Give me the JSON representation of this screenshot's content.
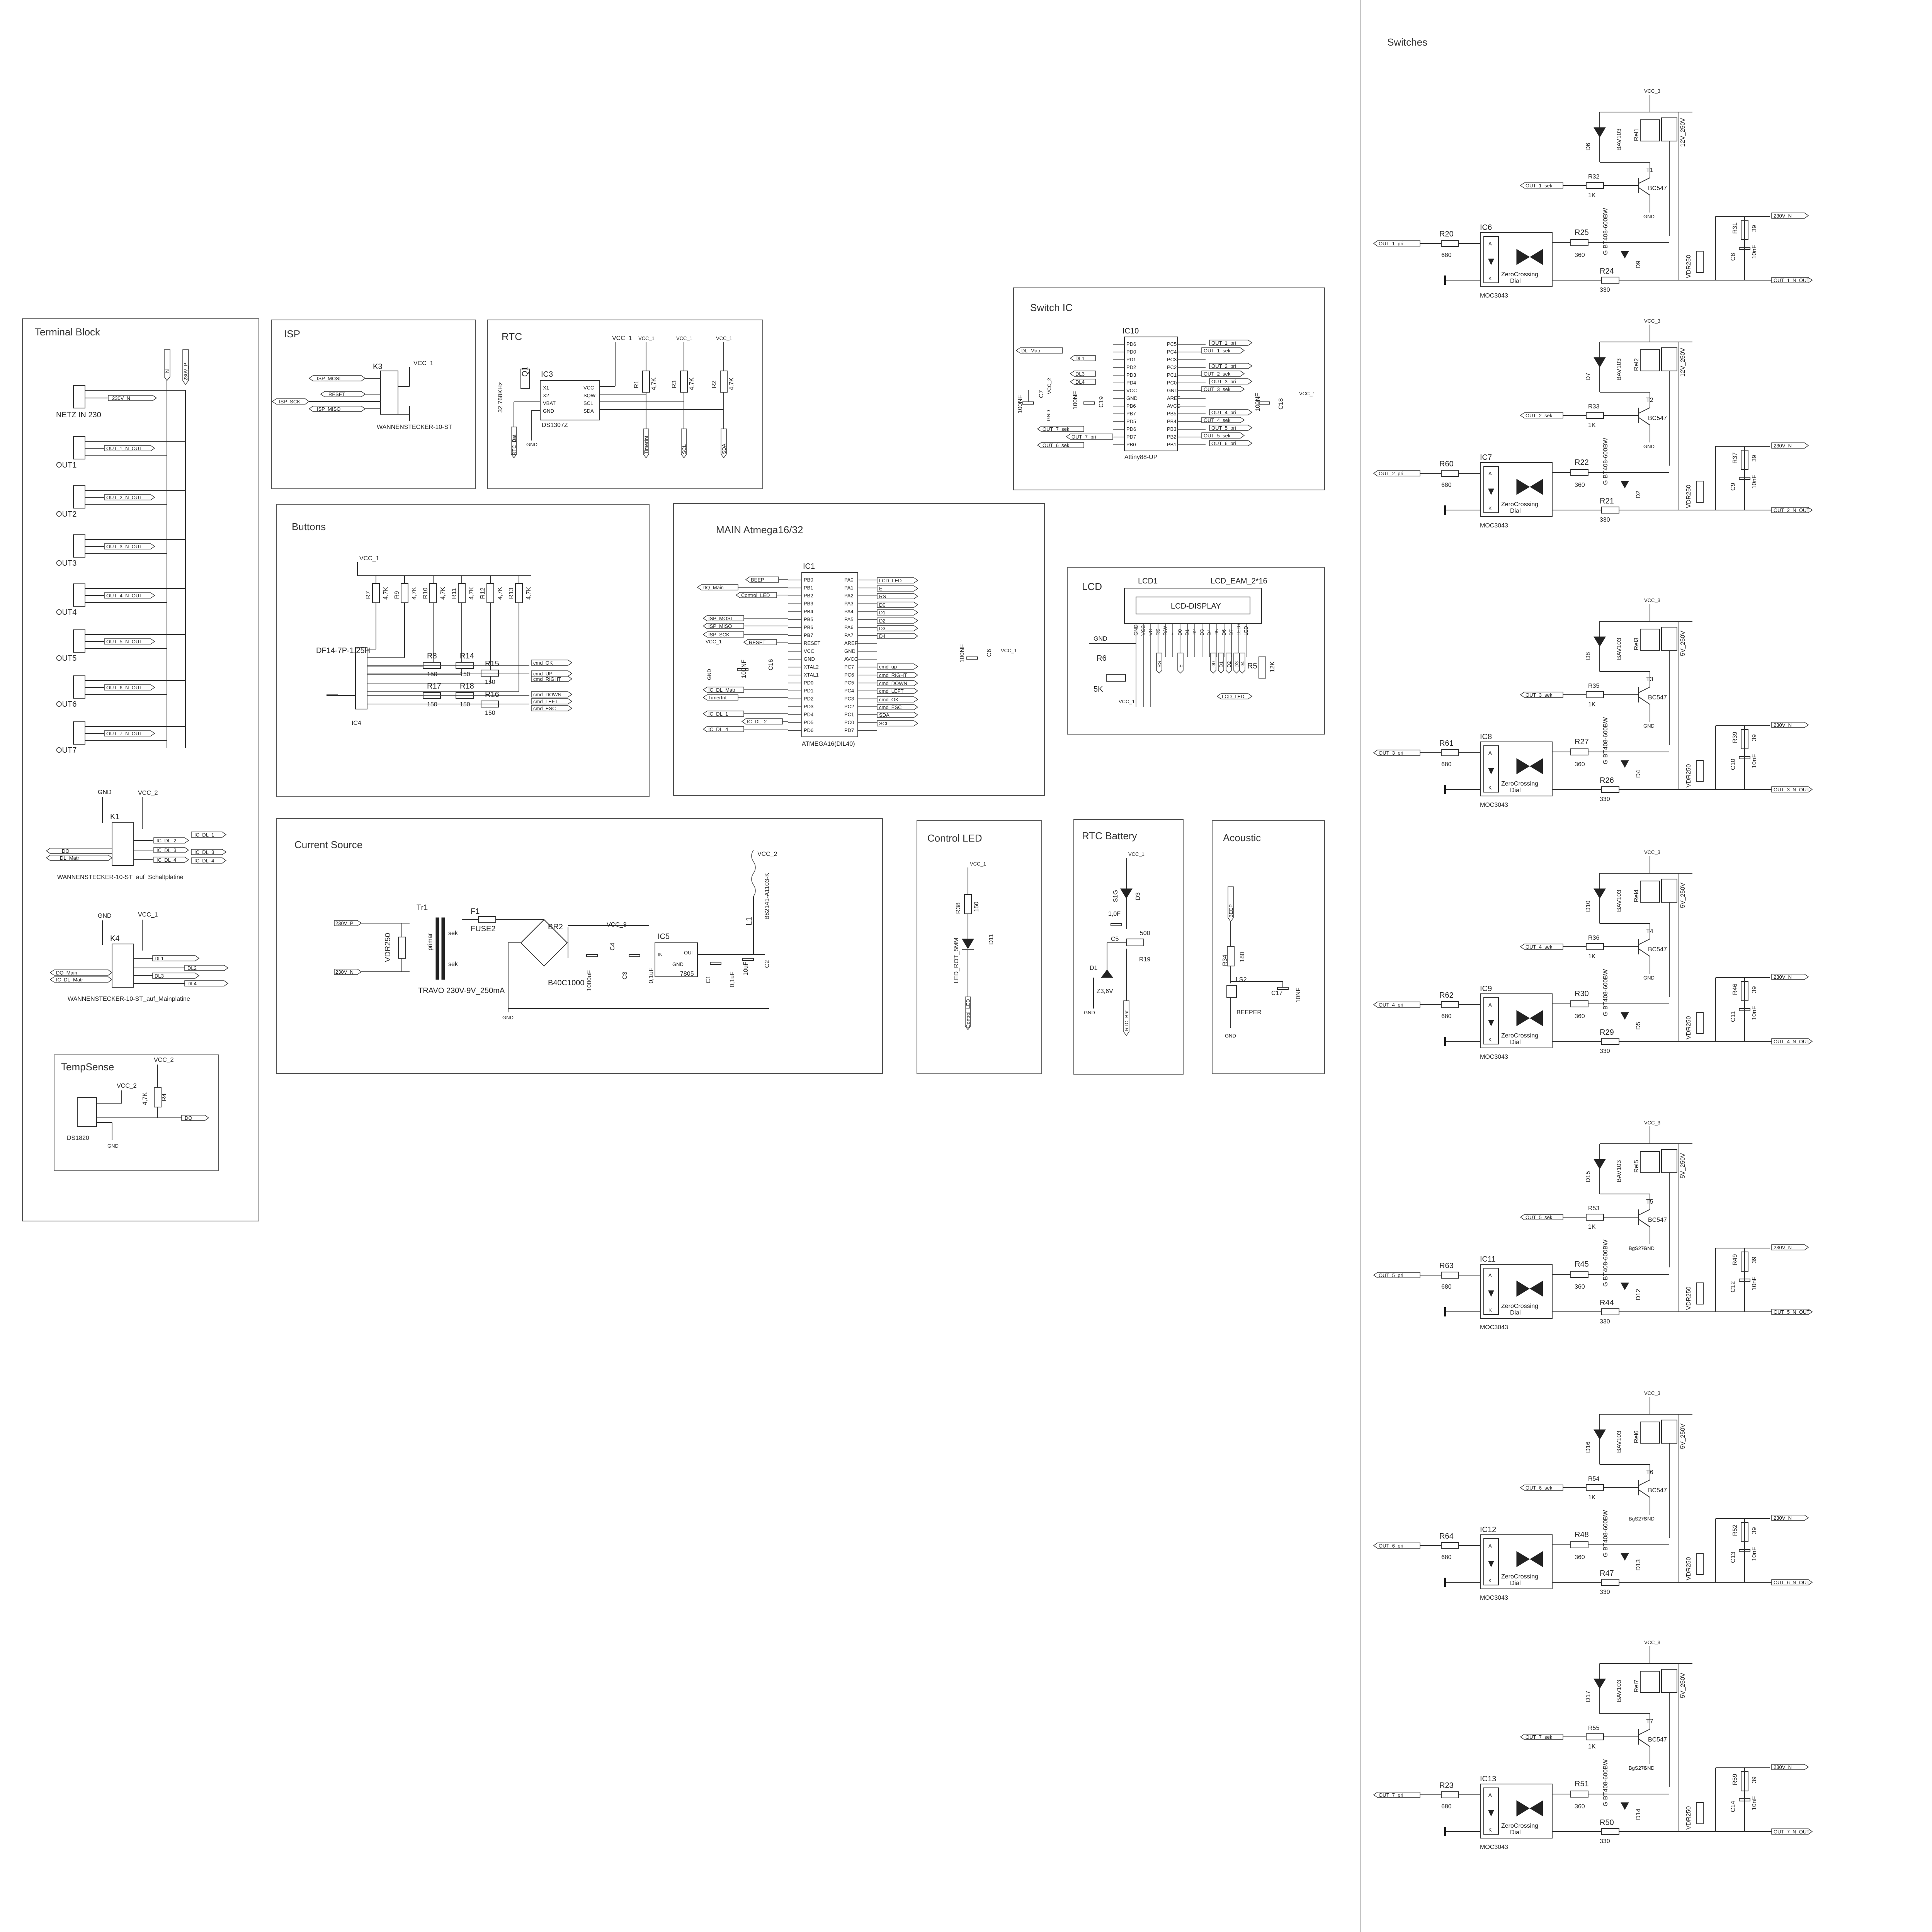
{
  "sections": {
    "terminal": "Terminal Block",
    "isp": "ISP",
    "rtc": "RTC",
    "switch_ic": "Switch IC",
    "buttons": "Buttons",
    "main": "MAIN Atmega16/32",
    "lcd": "LCD",
    "current": "Current Source",
    "control_led": "Control LED",
    "rtc_battery": "RTC Battery",
    "acoustic": "Acoustic",
    "tempsense": "TempSense",
    "switches": "Switches"
  },
  "terminal": {
    "netz": "NETZ IN 230",
    "net_n": "230V_N",
    "net_in": "230V_P",
    "net_n2": "N",
    "outs": [
      "OUT1",
      "OUT2",
      "OUT3",
      "OUT4",
      "OUT5",
      "OUT6",
      "OUT7"
    ],
    "out_nets": [
      "OUT_1_N_OUT",
      "OUT_2_N_OUT",
      "OUT_3_N_OUT",
      "OUT_4_N_OUT",
      "OUT_5_N_OUT",
      "OUT_6_N_OUT",
      "OUT_7_N_OUT"
    ],
    "k1": "K1",
    "k1_label": "WANNENSTECKER-10-ST_auf_Schaltplatine",
    "k1_nets_left": [
      "DQ",
      "DL_Matr"
    ],
    "k1_nets_right": [
      "IC_DL_2",
      "IC_DL_3",
      "IC_DL_4"
    ],
    "k1_nets_far": [
      "IC_DL_1",
      "IC_DL_3",
      "IC_DL_4"
    ],
    "k4": "K4",
    "k4_label": "WANNENSTECKER-10-ST_auf_Mainplatine",
    "k4_nets_left": [
      "DQ_Main",
      "IC_DL_Matr"
    ],
    "k4_nets_right": [
      "DL1",
      "DL2",
      "DL3",
      "DL4"
    ],
    "gnd": "GND",
    "vcc2": "VCC_2",
    "vcc1": "VCC_1"
  },
  "isp": {
    "k3": "K3",
    "vcc": "VCC_1",
    "nets": [
      "ISP_MOSI",
      "RESET",
      "ISP_MISO"
    ],
    "sck": "ISP_SCK",
    "part": "WANNENSTECKER-10-ST"
  },
  "rtc": {
    "ic": "IC3",
    "part": "DS1307Z",
    "crystal": "Q1",
    "freq": "32.768KHz",
    "pins_left": [
      "X1",
      "X2",
      "VBAT",
      "GND"
    ],
    "pins_right": [
      "VCC",
      "SQW",
      "SCL",
      "SDA"
    ],
    "resistors": [
      {
        "ref": "R1",
        "val": "4,7K"
      },
      {
        "ref": "R3",
        "val": "4,7K"
      },
      {
        "ref": "R2",
        "val": "4,7K"
      }
    ],
    "vcc": "VCC_1",
    "nets": [
      "TimerInt",
      "SCL",
      "SDA"
    ],
    "bat": "RTC_Bat",
    "gnd": "GND"
  },
  "switch_ic": {
    "ic": "IC10",
    "part": "Attiny88-UP",
    "left_pins": [
      "PD6",
      "PD0",
      "PD1",
      "PD2",
      "PD3",
      "PD4",
      "VCC",
      "GND",
      "PB6",
      "PB7",
      "PD5",
      "PD6",
      "PD7",
      "PB0"
    ],
    "right_pins": [
      "PC5",
      "PC4",
      "PC3",
      "PC2",
      "PC1",
      "PC0",
      "GND",
      "AREF",
      "AVCC",
      "PB5",
      "PB4",
      "PB3",
      "PB2",
      "PB1"
    ],
    "left_nets": [
      "DL_Matr",
      "DL1",
      "DL3",
      "DL4"
    ],
    "left_nets2": [
      "OUT_7_sek",
      "OUT_7_pri",
      "OUT_6_sek"
    ],
    "right_nets": [
      "OUT_1_pri",
      "OUT_1_sek",
      "OUT_2_pri",
      "OUT_2_sek",
      "OUT_3_pri",
      "OUT_3_sek",
      "OUT_4_pri",
      "OUT_4_sek",
      "OUT_5_pri",
      "OUT_5_sek",
      "OUT_6_pri"
    ],
    "caps": [
      {
        "ref": "C7",
        "val": "100NF"
      },
      {
        "ref": "C19",
        "val": "100NF"
      },
      {
        "ref": "C18",
        "val": "100NF"
      }
    ],
    "vcc": "VCC_2",
    "vcc1": "VCC_1",
    "gnd": "GND"
  },
  "buttons": {
    "vcc": "VCC_1",
    "connector": "DF14-7P-1.25H",
    "ic": "IC4",
    "pullups": [
      {
        "ref": "R7",
        "val": "4,7K"
      },
      {
        "ref": "R9",
        "val": "4,7K"
      },
      {
        "ref": "R10",
        "val": "4,7K"
      },
      {
        "ref": "R11",
        "val": "4,7K"
      },
      {
        "ref": "R12",
        "val": "4,7K"
      },
      {
        "ref": "R13",
        "val": "4,7K"
      }
    ],
    "series": [
      {
        "ref": "R8",
        "val": "150"
      },
      {
        "ref": "R14",
        "val": "150"
      },
      {
        "ref": "R15",
        "val": "150"
      },
      {
        "ref": "R17",
        "val": "150"
      },
      {
        "ref": "R18",
        "val": "150"
      },
      {
        "ref": "R16",
        "val": "150"
      }
    ],
    "nets": [
      "cmd_OK",
      "cmd_UP",
      "cmd_RIGHT",
      "cmd_DOWN",
      "cmd_LEFT",
      "cmd_ESC"
    ]
  },
  "main": {
    "ic": "IC1",
    "part": "ATMEGA16(DIL40)",
    "left_pins": [
      "PB0",
      "PB1",
      "PB2",
      "PB3",
      "PB4",
      "PB5",
      "PB6",
      "PB7",
      "RESET",
      "VCC",
      "GND",
      "XTAL2",
      "XTAL1",
      "PD0",
      "PD1",
      "PD2",
      "PD3",
      "PD4",
      "PD5",
      "PD6"
    ],
    "right_pins": [
      "PA0",
      "PA1",
      "PA2",
      "PA3",
      "PA4",
      "PA5",
      "PA6",
      "PA7",
      "AREF",
      "GND",
      "AVCC",
      "PC7",
      "PC6",
      "PC5",
      "PC4",
      "PC3",
      "PC2",
      "PC1",
      "PC0",
      "PD7"
    ],
    "left_nets": [
      "BEEP",
      "DQ_Main",
      "Control_LED",
      "ISP_MOSI",
      "ISP_MISO",
      "ISP_SCK",
      "RESET",
      "IC_DL_Matr",
      "TimerInt",
      "IC_DL_1",
      "IC_DL_2",
      "IC_DL_4"
    ],
    "right_nets": [
      "LCD_LED",
      "E",
      "RS",
      "D0",
      "D1",
      "D2",
      "D3",
      "D4",
      "cmd_up",
      "cmd_RIGHT",
      "cmd_DOWN",
      "cmd_LEFT",
      "cmd_OK",
      "cmd_ESC",
      "SDA",
      "SCL"
    ],
    "caps": [
      {
        "ref": "C16",
        "val": "100NF"
      },
      {
        "ref": "C6",
        "val": "100NF"
      }
    ],
    "vcc": "VCC_1",
    "gnd": "GND"
  },
  "lcd": {
    "ref": "LCD1",
    "part": "LCD_EAM_2*16",
    "display": "LCD-DISPLAY",
    "pins": [
      "GND",
      "VCC",
      "VO",
      "RS",
      "R/W",
      "E",
      "D0",
      "D1",
      "D2",
      "D3",
      "D4",
      "D5",
      "D6",
      "D7",
      "LED+",
      "LED-"
    ],
    "pot": {
      "ref": "R6",
      "val": "5K"
    },
    "res": {
      "ref": "R5",
      "val": "12K"
    },
    "nets": [
      "RS",
      "E",
      "D0",
      "D1",
      "D2",
      "D3",
      "D4"
    ],
    "led_net": "LCD_LED",
    "gnd": "GND",
    "vcc": "VCC_1"
  },
  "current": {
    "in_p": "230V_P",
    "in_n": "230V_N",
    "vdr": "VDR250",
    "tr": "Tr1",
    "tr_pri": "primär",
    "tr_sek": [
      "sek",
      "sek"
    ],
    "tr_part": "TRAVO 230V-9V_250mA",
    "fuse_ref": "F1",
    "fuse": "FUSE2",
    "bridge": "BR2",
    "bridge_part": "B40C1000",
    "c_bulk": {
      "ref": "C4",
      "val": "1000uF"
    },
    "c3": {
      "ref": "C3",
      "val": "0,1uF"
    },
    "reg": {
      "ref": "IC5",
      "part": "7805",
      "pins": [
        "IN",
        "GND",
        "OUT"
      ]
    },
    "c1": {
      "ref": "C1",
      "val": "0,1uF"
    },
    "c2": {
      "ref": "C2",
      "val": "10uF"
    },
    "l1": {
      "ref": "L1",
      "val": "B82141-A1103-K"
    },
    "vcc2": "VCC_2",
    "vcc3": "VCC_3",
    "gnd": "GND"
  },
  "control_led": {
    "vcc": "VCC_1",
    "r": {
      "ref": "R38",
      "val": "150"
    },
    "led": {
      "ref": "D11",
      "val": "LED_ROT_5MM"
    },
    "net": "Control_LED"
  },
  "rtc_battery": {
    "vcc": "VCC_1",
    "diode": "D3",
    "diode2": "S1G",
    "c5": {
      "ref": "C5",
      "val": "1,0F"
    },
    "r19": {
      "ref": "R19",
      "val": "500"
    },
    "d1": {
      "ref": "D1",
      "val": "Z3,6V"
    },
    "gnd": "GND",
    "net": "RTC_Bat"
  },
  "acoustic": {
    "net": "BEEP",
    "r": {
      "ref": "R34",
      "val": "180"
    },
    "ls": {
      "ref": "LS2",
      "val": "BEEPER"
    },
    "c": {
      "ref": "C17",
      "val": "10NF"
    },
    "gnd": "GND"
  },
  "tempsense": {
    "vcc": "VCC_2",
    "vcc2": "VCC_2",
    "r": {
      "ref": "R4",
      "val": "4,7K"
    },
    "part": "DS1820",
    "net": "DQ",
    "gnd": "GND"
  },
  "switches": {
    "opto": "MOC3043",
    "zc": "ZeroCrossing",
    "zc2": "Dial",
    "triac": "BT408-600BW",
    "vdr": "VDR250",
    "relay_diode": "BAV103",
    "transistor": "BC547",
    "vcc": "VCC_3",
    "gnd": "GND",
    "net_n": "230V_N",
    "resistor_vals": {
      "opto_in": "680",
      "gate": "360",
      "rg": "330",
      "base": "1K",
      "snub": "39",
      "cap": "10nF"
    },
    "extra_part": "BgS278",
    "channels": [
      {
        "out": "1",
        "relay": "Rel1",
        "relay_val": "12V_250V",
        "diode": "D6",
        "t": "T1",
        "rb": "R32",
        "ic": "IC6",
        "rin": "R20",
        "rgate": "R25",
        "rg": "R24",
        "dtriac": "D9",
        "rsnub": "R31",
        "csnub": "C8",
        "pri": "OUT_1_pri",
        "sek": "OUT_1_sek",
        "nout": "OUT_1_N_OUT"
      },
      {
        "out": "2",
        "relay": "Rel2",
        "relay_val": "12V_250V",
        "diode": "D7",
        "t": "T2",
        "rb": "R33",
        "ic": "IC7",
        "rin": "R60",
        "rgate": "R22",
        "rg": "R21",
        "dtriac": "D2",
        "rsnub": "R37",
        "csnub": "C9",
        "pri": "OUT_2_pri",
        "sek": "OUT_2_sek",
        "nout": "OUT_2_N_OUT"
      },
      {
        "out": "3",
        "relay": "Rel3",
        "relay_val": "5V_250V",
        "diode": "D8",
        "t": "T3",
        "rb": "R35",
        "ic": "IC8",
        "rin": "R61",
        "rgate": "R27",
        "rg": "R26",
        "dtriac": "D4",
        "rsnub": "R39",
        "csnub": "C10",
        "pri": "OUT_3_pri",
        "sek": "OUT_3_sek",
        "nout": "OUT_3_N_OUT"
      },
      {
        "out": "4",
        "relay": "Rel4",
        "relay_val": "5V_250V",
        "diode": "D10",
        "t": "T4",
        "rb": "R36",
        "ic": "IC9",
        "rin": "R62",
        "rgate": "R30",
        "rg": "R29",
        "dtriac": "D5",
        "rsnub": "R46",
        "csnub": "C11",
        "pri": "OUT_4_pri",
        "sek": "OUT_4_sek",
        "nout": "OUT_4_N_OUT"
      },
      {
        "out": "5",
        "relay": "Rel5",
        "relay_val": "5V_250V",
        "diode": "D15",
        "t": "T5",
        "rb": "R53",
        "ic": "IC11",
        "rin": "R63",
        "rgate": "R45",
        "rg": "R44",
        "dtriac": "D12",
        "rsnub": "R49",
        "csnub": "C12",
        "pri": "OUT_5_pri",
        "sek": "OUT_5_sek",
        "nout": "OUT_5_N_OUT"
      },
      {
        "out": "6",
        "relay": "Rel6",
        "relay_val": "5V_250V",
        "diode": "D16",
        "t": "T6",
        "rb": "R54",
        "ic": "IC12",
        "rin": "R64",
        "rgate": "R48",
        "rg": "R47",
        "dtriac": "D13",
        "rsnub": "R52",
        "csnub": "C13",
        "pri": "OUT_6_pri",
        "sek": "OUT_6_sek",
        "nout": "OUT_6_N_OUT"
      },
      {
        "out": "7",
        "relay": "Rel7",
        "relay_val": "5V_250V",
        "diode": "D17",
        "t": "T7",
        "rb": "R55",
        "ic": "IC13",
        "rin": "R23",
        "rgate": "R51",
        "rg": "R50",
        "dtriac": "D14",
        "rsnub": "R59",
        "csnub": "C14",
        "pri": "OUT_7_pri",
        "sek": "OUT_7_sek",
        "nout": "OUT_7_N_OUT"
      }
    ]
  }
}
